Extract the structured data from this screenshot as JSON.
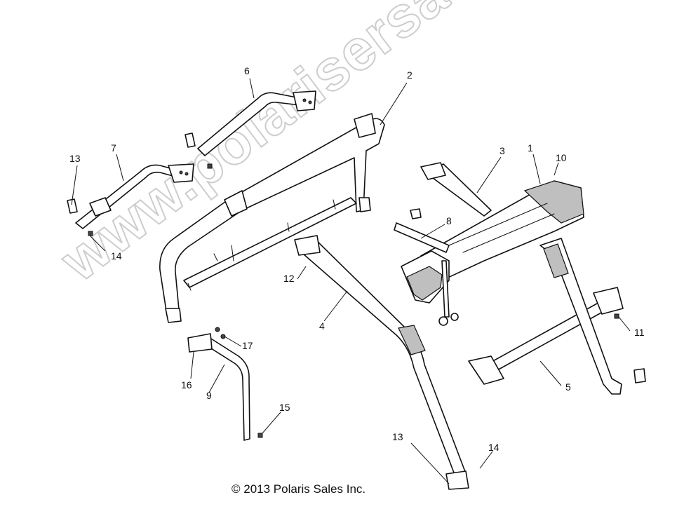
{
  "watermark": "www.polarisersatzteile.de",
  "copyright": "© 2013 Polaris Sales Inc.",
  "callouts": {
    "c1": "1",
    "c2": "2",
    "c3": "3",
    "c4": "4",
    "c5": "5",
    "c6": "6",
    "c7": "7",
    "c8": "8",
    "c9": "9",
    "c10": "10",
    "c11": "11",
    "c12": "12",
    "c13a": "13",
    "c13b": "13",
    "c14a": "14",
    "c14b": "14",
    "c15": "15",
    "c16": "16",
    "c17": "17"
  }
}
